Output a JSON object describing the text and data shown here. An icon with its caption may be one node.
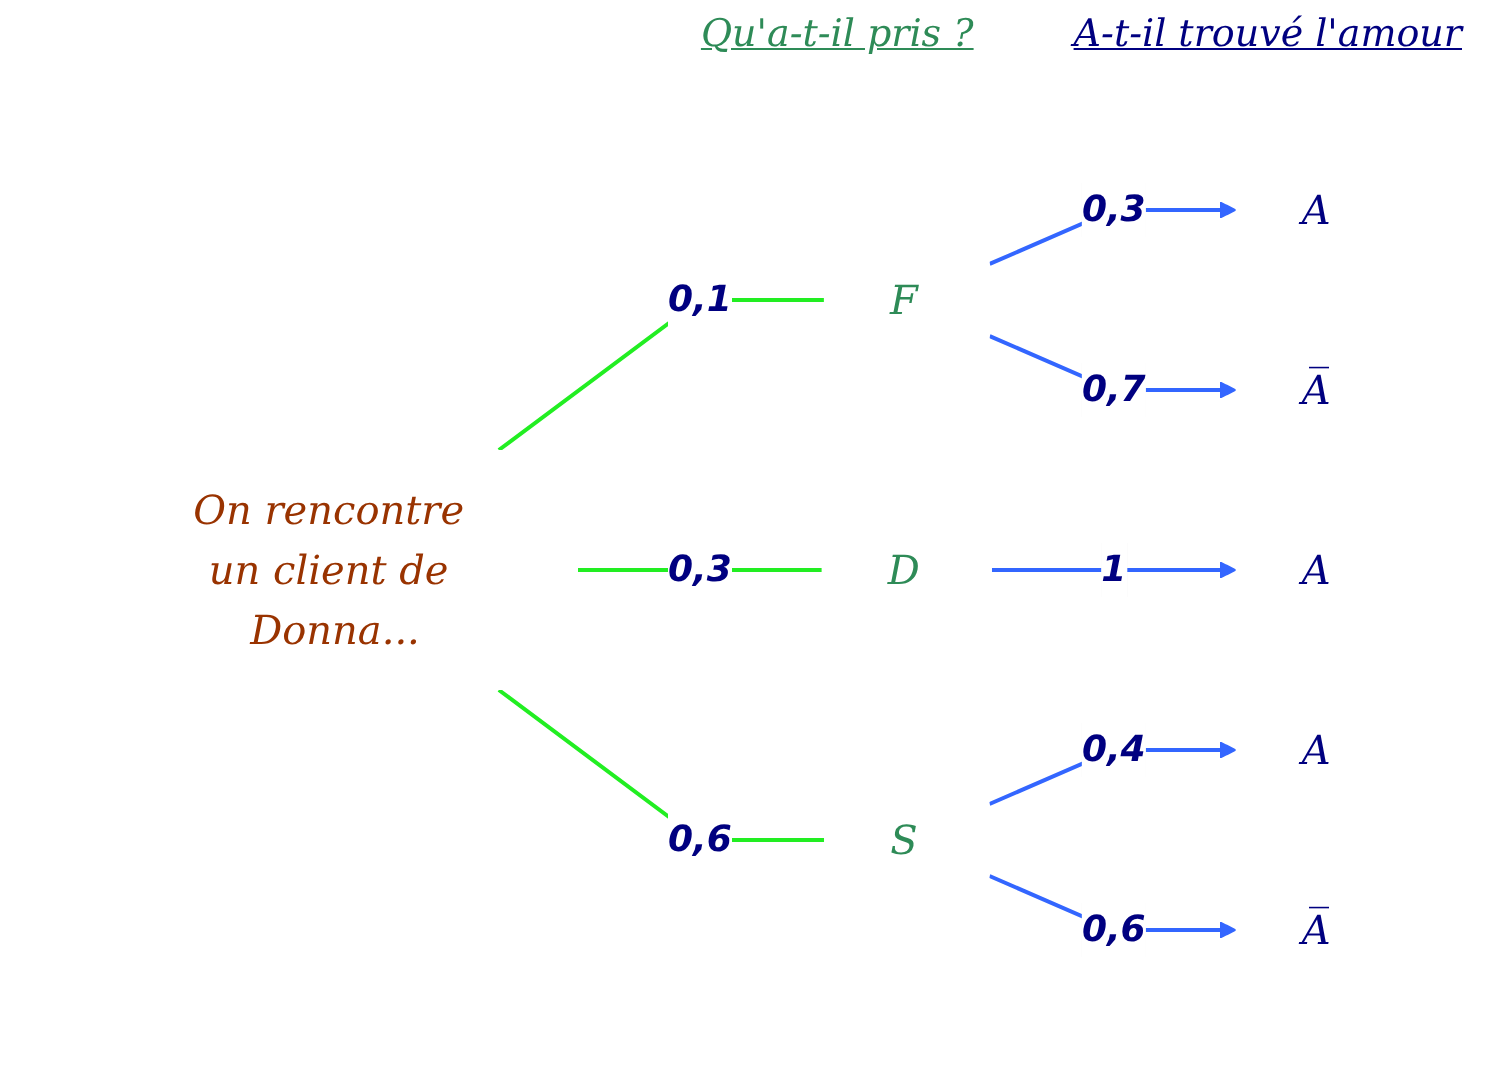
{
  "diagram": {
    "nodes": [
      {
        "text": [
          "On rencontre un client de Donna..."
        ]
      },
      {
        "text": [
          "F"
        ]
      },
      {
        "text": [
          "D"
        ]
      },
      {
        "text": [
          "S"
        ]
      },
      {
        "text": [
          "A"
        ]
      },
      {
        "text": [
          "A̅"
        ]
      },
      {
        "text": [
          "A"
        ]
      },
      {
        "text": [
          "A"
        ]
      },
      {
        "text": [
          "A̅"
        ]
      }
    ],
    "edges": [
      {
        "from": 0,
        "to": 1,
        "arrow": "none",
        "label": "0,1",
        "color": "#22ee22"
      },
      {
        "from": 0,
        "to": 2,
        "arrow": "none",
        "label": "0,3",
        "color": "#22ee22"
      },
      {
        "from": 0,
        "to": 3,
        "arrow": "none",
        "label": "0,6",
        "color": "#22ee22"
      },
      {
        "from": 1,
        "to": 4,
        "arrow": "to",
        "label": "0,3"
      },
      {
        "from": 1,
        "to": 5,
        "arrow": "to",
        "label": "0,7"
      },
      {
        "from": 2,
        "to": 6,
        "arrow": "to",
        "label": "1"
      },
      {
        "from": 3,
        "to": 7,
        "arrow": "to",
        "label": "0,4"
      },
      {
        "from": 3,
        "to": 8,
        "arrow": "to",
        "label": "0,6"
      }
    ],
    "labels": [
      "Qu'a-t-il pris ?",
      "A-t-il trouvé l'amour"
    ]
  }
}
